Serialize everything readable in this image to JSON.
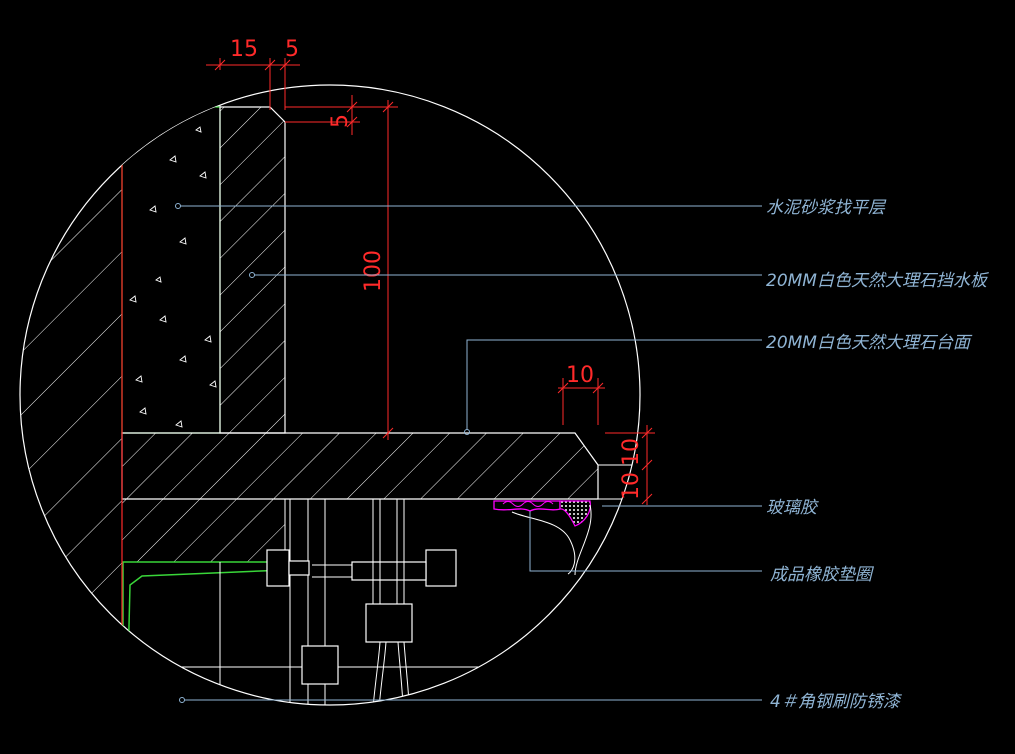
{
  "colors": {
    "background": "#000000",
    "outline": "#ffffff",
    "hatch": "#ffffff",
    "dimension": "#ff2a2a",
    "leader": "#8fb4d4",
    "callout_text": "#8fb4d4",
    "cement_layer": "#39d639",
    "glass_glue": "#ff00ff",
    "section_line": "#ff2a2a"
  },
  "dimensions": {
    "d15": "15",
    "d5": "5",
    "d5_vertical": "5",
    "d100": "100",
    "d10": "10",
    "d10_a": "10",
    "d10_b": "10"
  },
  "callouts": {
    "cement_mortar": "水泥砂浆找平层",
    "marble_backsplash": "20MM白色天然大理石挡水板",
    "marble_countertop": "20MM白色天然大理石台面",
    "glass_glue": "玻璃胶",
    "rubber_gasket": "成品橡胶垫圈",
    "angle_steel": "4＃角钢刷防锈漆"
  }
}
